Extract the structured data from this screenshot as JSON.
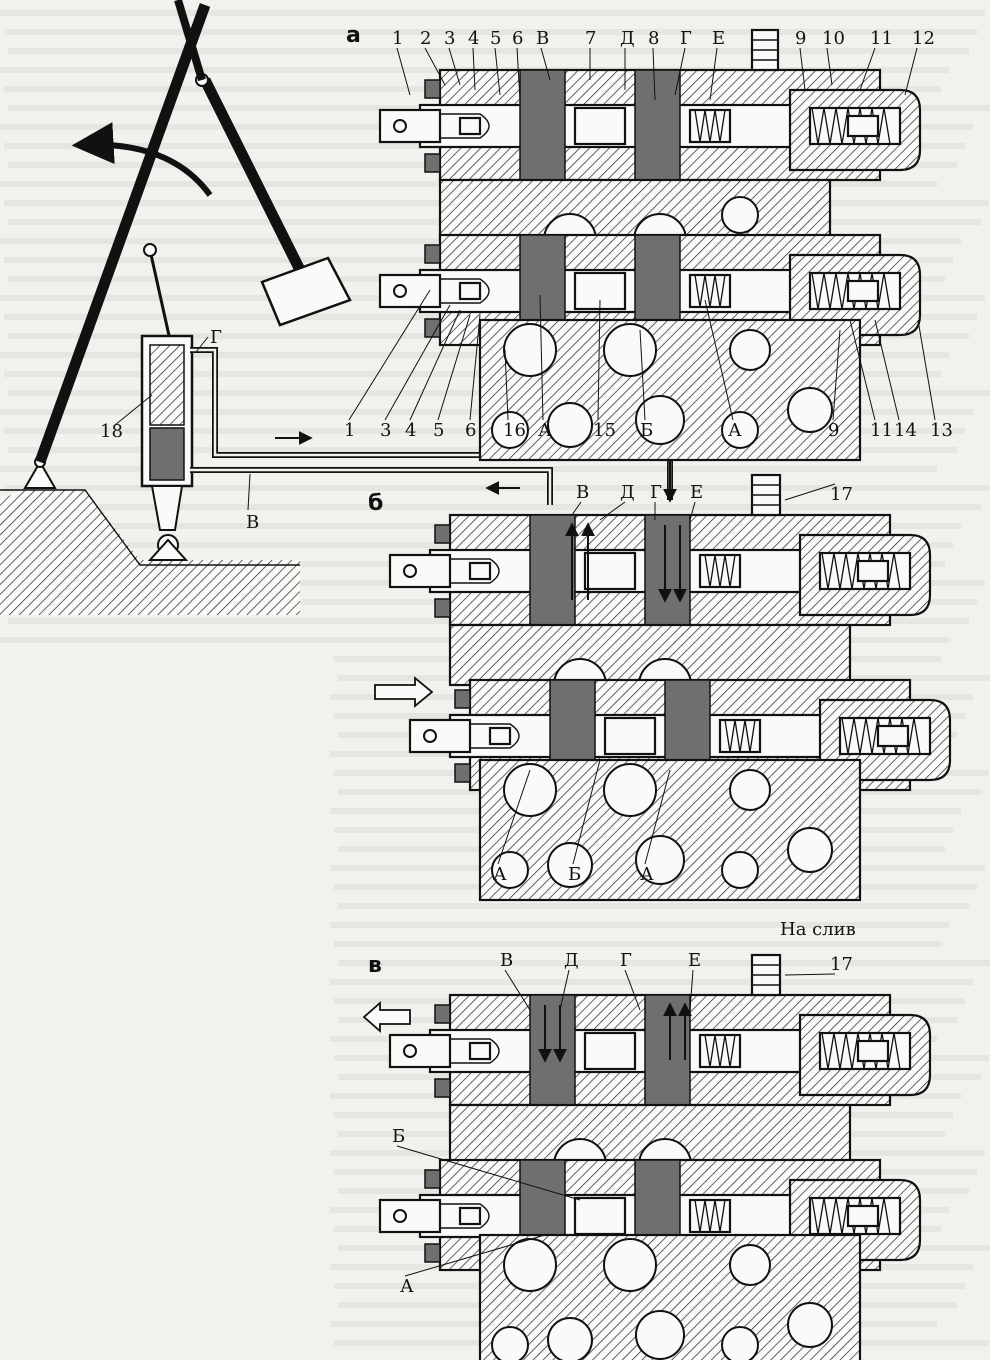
{
  "figure": {
    "panel_a": "а",
    "panel_b": "б",
    "panel_c": "в",
    "drain_caption": "На слив"
  },
  "panel_a_labels_top": [
    "1",
    "2",
    "3",
    "4",
    "5",
    "6",
    "В",
    "7",
    "Д",
    "8",
    "Г",
    "Е",
    "9",
    "10",
    "11",
    "12"
  ],
  "panel_a_labels_bottom": [
    "1",
    "3",
    "4",
    "5",
    "6",
    "16",
    "А",
    "15",
    "Б",
    "А",
    "9",
    "11",
    "14",
    "13"
  ],
  "panel_b_labels": [
    "В",
    "Д",
    "Г",
    "Е",
    "17",
    "А",
    "Б",
    "А"
  ],
  "panel_c_labels": [
    "В",
    "Д",
    "Г",
    "Е",
    "17",
    "Б",
    "А"
  ],
  "pedal_labels": [
    "Г",
    "18",
    "В"
  ]
}
